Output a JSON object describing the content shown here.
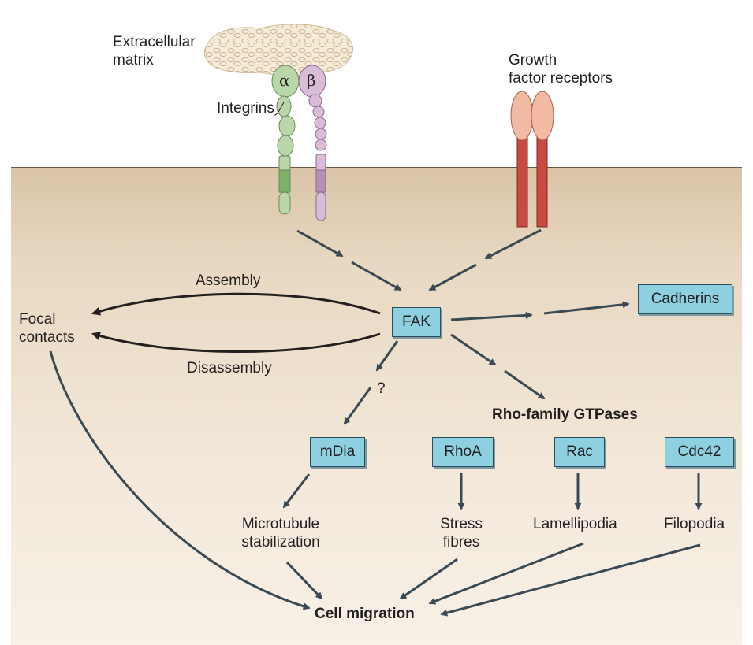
{
  "labels": {
    "ecm_line1": "Extracellular",
    "ecm_line2": "matrix",
    "integrins": "Integrins",
    "alpha": "α",
    "beta": "β",
    "growth_line1": "Growth",
    "growth_line2": "factor receptors",
    "assembly": "Assembly",
    "disassembly": "Disassembly",
    "focal_line1": "Focal",
    "focal_line2": "contacts",
    "question": "?",
    "rho_family": "Rho-family GTPases",
    "microtubule_line1": "Microtubule",
    "microtubule_line2": "stabilization",
    "stress_line1": "Stress",
    "stress_line2": "fibres",
    "lamellipodia": "Lamellipodia",
    "filopodia": "Filopodia",
    "cell_migration": "Cell migration"
  },
  "boxes": {
    "fak": "FAK",
    "cadherins": "Cadherins",
    "mdia": "mDia",
    "rhoa": "RhoA",
    "rac": "Rac",
    "cdc42": "Cdc42"
  },
  "colors": {
    "box_fill": "#8fd0e0",
    "arrow": "#3a4a55",
    "integrin_alpha": "#b9d7a8",
    "integrin_beta": "#d8bcd8",
    "receptor_head": "#f2b9a3",
    "receptor_stalk": "#c94a40",
    "cytoplasm": "#e8d8c2"
  }
}
